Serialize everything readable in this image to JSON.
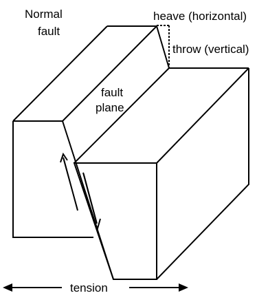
{
  "title": {
    "line1": "Normal",
    "line2": "fault"
  },
  "labels": {
    "heave": "heave (horizontal)",
    "throw": "throw (vertical)",
    "plane_line1": "fault",
    "plane_line2": "plane",
    "tension": "tension"
  },
  "colors": {
    "line": "#000000",
    "background": "#ffffff"
  }
}
